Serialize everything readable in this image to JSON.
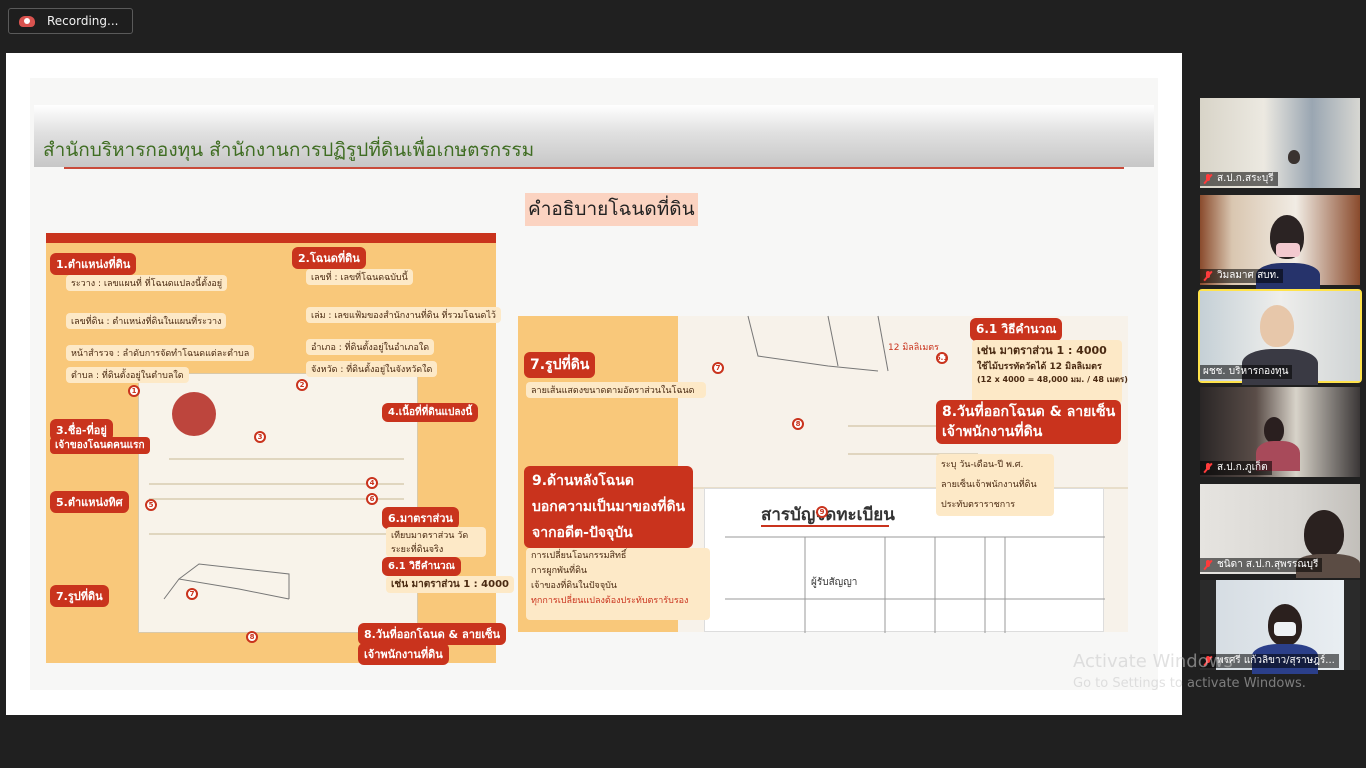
{
  "recording": {
    "label": "Recording..."
  },
  "slide": {
    "header_title": "สำนักบริหารกองทุน สำนักงานการปฏิรูปที่ดินเพื่อเกษตรกรรม",
    "subtitle": "คำอธิบายโฉนดที่ดิน",
    "left_panel": {
      "callouts": [
        "1.ตำแหน่งที่ดิน",
        "2.โฉนดที่ดิน",
        "3.ชื่อ-ที่อยู่",
        "4.เนื้อที่ที่ดินแปลงนี้",
        "5.ตำแหน่งทิศ",
        "6.มาตราส่วน",
        "6.1 วิธีคำนวณ",
        "7.รูปที่ดิน",
        "8.วันที่ออกโฉนด & ลายเซ็น"
      ],
      "notes": {
        "n1a": "ระวาง : เลขแผนที่ ที่โฉนดแปลงนี้ตั้งอยู่",
        "n1b": "เลขที่ดิน : ตำแหน่งที่ดินในแผนที่ระวาง",
        "n1c": "หน้าสำรวจ : ลำดับการจัดทำโฉนดแต่ละตำบล",
        "n1d": "ตำบล : ที่ดินตั้งอยู่ในตำบลใด",
        "n2a": "เลขที่ : เลขที่โฉนดฉบับนี้",
        "n2b": "เล่ม : เลขแฟ้มของสำนักงานที่ดิน ที่รวมโฉนดไว้",
        "n2c": "อำเภอ : ที่ดินตั้งอยู่ในอำเภอใด",
        "n2d": "จังหวัด : ที่ดินตั้งอยู่ในจังหวัดใด",
        "n3": "เจ้าของโฉนดคนแรก",
        "n6": "เทียบมาตราส่วน วัดระยะที่ดินจริง",
        "n61": "เช่น มาตราส่วน 1 : 4000",
        "n8": "เจ้าพนักงานที่ดิน"
      }
    },
    "right_panel": {
      "c61": "6.1 วิธีคำนวณ",
      "c61_text": "เช่น มาตราส่วน 1 : 4000",
      "c61_sub": "ใช้ไม้บรรทัดวัดได้ 12 มิลลิเมตร",
      "c61_calc": "(12 x 4000 = 48,000 มม. / 48 เมตร)",
      "c7": "7.รูปที่ดิน",
      "c7_text": "ลายเส้นแสดงขนาดตามอัตราส่วนในโฉนด",
      "c8": "8.วันที่ออกโฉนด & ลายเซ็น",
      "c8_line2": "เจ้าพนักงานที่ดิน",
      "c8_items": [
        "ระบุ วัน-เดือน-ปี พ.ศ.",
        "ลายเซ็นเจ้าพนักงานที่ดิน",
        "ประทับตราราชการ"
      ],
      "c9": "9.ด้านหลังโฉนด",
      "c9_line2": "บอกความเป็นมาของที่ดิน",
      "c9_line3": "จากอดีต-ปัจจุบัน",
      "c9_items": [
        "การเปลี่ยนโอนกรรมสิทธิ์",
        "การผูกพันที่ดิน",
        "เจ้าของที่ดินในปัจจุบัน"
      ],
      "c9_note": "ทุกการเปลี่ยนแปลงต้องประทับตรารับรอง",
      "scale_label": "12 มิลลิเมตร",
      "registry_title": "สารบัญจดทะเบียน",
      "registry_col": "ผู้รับสัญญา"
    }
  },
  "participants": [
    {
      "name": "ส.ป.ก.สระบุรี",
      "muted": true
    },
    {
      "name": "วิมลมาศ สบท.",
      "muted": true
    },
    {
      "name": "ผชช. บริหารกองทุน",
      "muted": false,
      "active": true
    },
    {
      "name": "ส.ป.ก.ภูเก็ต",
      "muted": true
    },
    {
      "name": "ชนิดา ส.ป.ก.สุพรรณบุรี",
      "muted": true
    },
    {
      "name": "พรศรี แก้วลิขาว/สุราษฎร์...",
      "muted": true
    }
  ],
  "watermark": {
    "line1": "Activate Windows",
    "line2": "Go to Settings to activate Windows."
  }
}
